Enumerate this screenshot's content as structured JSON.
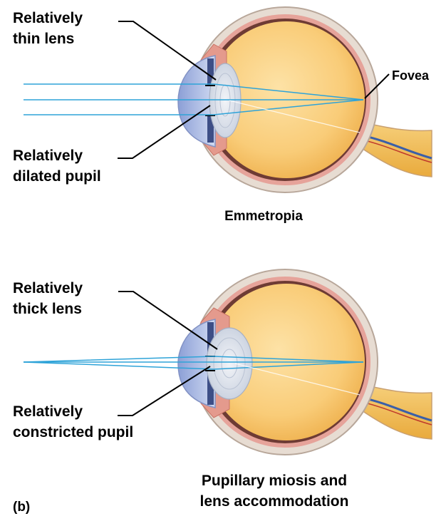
{
  "top": {
    "lens_label": [
      "Relatively",
      "thin lens"
    ],
    "pupil_label": [
      "Relatively",
      "dilated pupil"
    ],
    "fovea_label": "Fovea",
    "caption": "Emmetropia"
  },
  "bottom": {
    "lens_label": [
      "Relatively",
      "thick lens"
    ],
    "pupil_label": [
      "Relatively",
      "constricted pupil"
    ],
    "caption": [
      "Pupillary miosis and",
      "lens accommodation"
    ]
  },
  "panel_label": "(b)",
  "colors": {
    "sclera": "#e7dcd2",
    "vitreous": "#f8c46a",
    "choroid": "#e6a39a",
    "retina": "#6e3b34",
    "cornea": "#b4c3e8",
    "lens": "#d4dbe8",
    "ray": "#2ea3d8",
    "optic_nerve": "#f2bd52"
  }
}
